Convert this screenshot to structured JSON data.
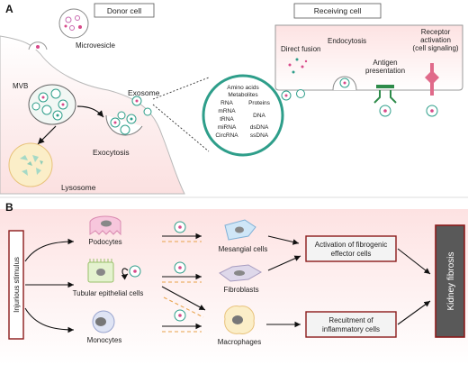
{
  "panel_a": {
    "letter": "A",
    "donor_cell": "Donor cell",
    "receiving_cell": "Receiving cell",
    "microvesicle": "Microvesicle",
    "mvb": "MVB",
    "exosome": "Exosome",
    "exocytosis": "Exocytosis",
    "lysosome": "Lysosome",
    "cargo": {
      "line1": "Amino acids",
      "line2": "Metabolites",
      "col1": [
        "RNA",
        "mRNA",
        "tRNA",
        "miRNA",
        "CircRNA"
      ],
      "col2": [
        "Proteins",
        "DNA",
        "dsDNA",
        "ssDNA"
      ]
    },
    "direct_fusion": "Direct fusion",
    "endocytosis": "Endocytosis",
    "antigen_line1": "Antigen",
    "antigen_line2": "presentation",
    "receptor_line1": "Receptor",
    "receptor_line2": "activation",
    "receptor_line3": "(cell signaling)"
  },
  "panel_b": {
    "letter": "B",
    "injurious_stimulus": "Injurious stimulus",
    "podocytes": "Podocytes",
    "tubular": "Tubular epithelial cells",
    "monocytes": "Monocytes",
    "mesangial": "Mesangial cells",
    "fibroblasts": "Fibroblasts",
    "macrophages": "Macrophages",
    "activation_line1": "Activation of fibrogenic",
    "activation_line2": "effector cells",
    "recruit_line1": "Recuitment of",
    "recruit_line2": "inflammatory cells",
    "kidney_fibrosis": "Kidney fibrosis"
  },
  "colors": {
    "dark_red": "#8b1a1a",
    "kidney_box": "#595959",
    "cell_fill": "#fbe3e3",
    "vesicle_green": "#2e9e8a",
    "orange_arrow": "#e8a24a"
  }
}
